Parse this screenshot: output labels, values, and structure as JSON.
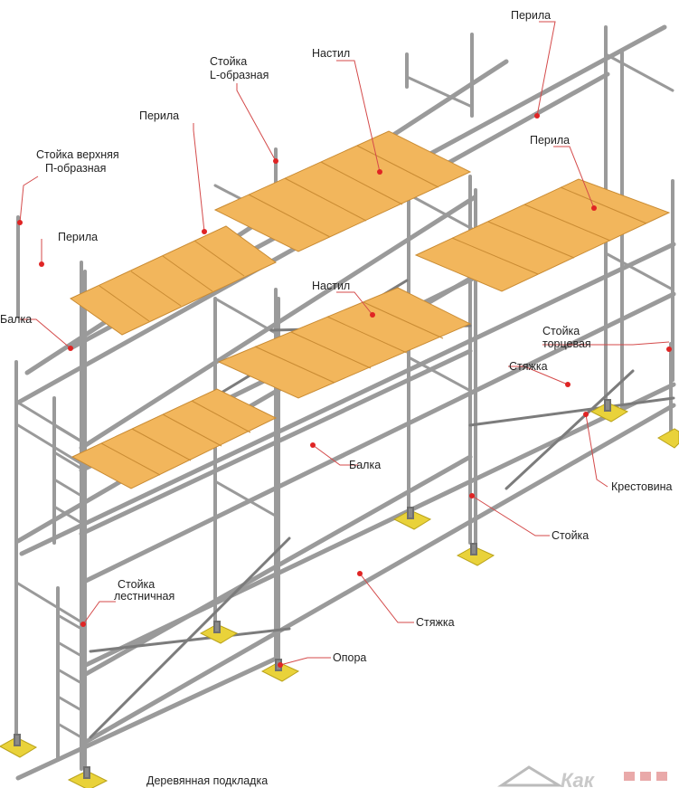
{
  "colors": {
    "background": "#ffffff",
    "pipe": "#9a9a9a",
    "pipe_dark": "#6f6f6f",
    "plank": "#f2b65c",
    "plank_edge": "#c98b33",
    "base_pad": "#e9d23a",
    "leader": "#d44a4a",
    "dot": "#e02424",
    "text": "#222222"
  },
  "labels": {
    "perila_top": "Перила",
    "stoyka_l_line1": "Стойка",
    "stoyka_l_line2": "L-образная",
    "nastil_top": "Настил",
    "perila_left": "Перила",
    "stoyka_p_line1": "Стойка верхняя",
    "stoyka_p_line2": "П-образная",
    "perila_right": "Перила",
    "perila_small": "Перила",
    "balka_left": "Балка",
    "nastil_mid": "Настил",
    "stoyka_tor_line1": "Стойка",
    "stoyka_tor_line2": "торцевая",
    "styazhka_right": "Стяжка",
    "balka_mid": "Балка",
    "krestovina": "Крестовина",
    "stoyka": "Стойка",
    "stoyka_lest_line1": "Стойка",
    "stoyka_lest_line2": "лестничная",
    "styazhka_bottom": "Стяжка",
    "opora": "Опора",
    "podkladka": "Деревянная подкладка"
  },
  "watermark": {
    "text": "Как"
  }
}
